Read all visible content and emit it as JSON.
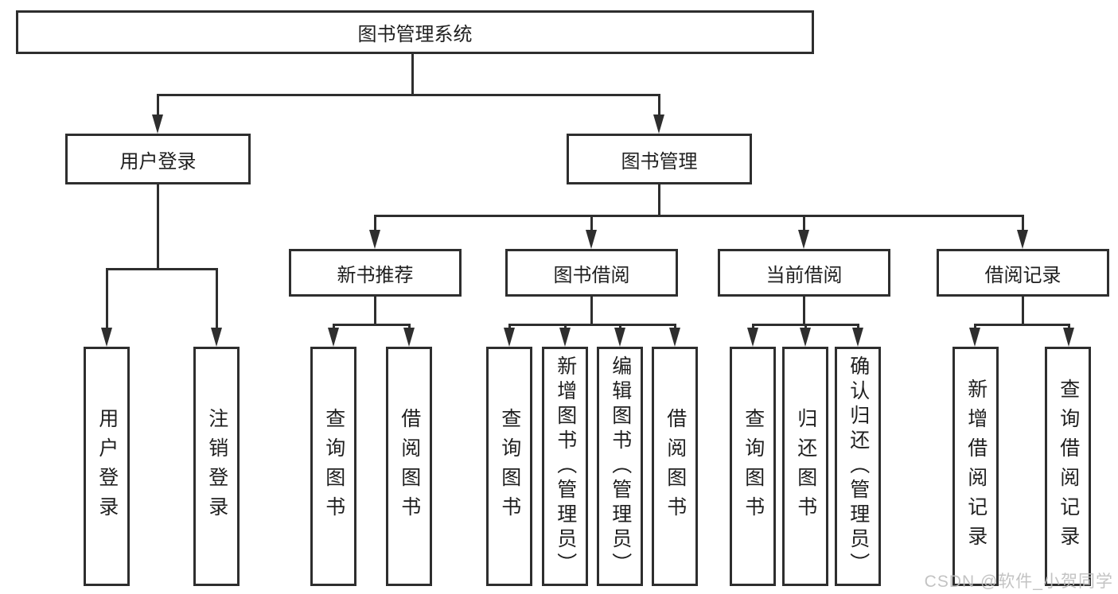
{
  "tree": {
    "root": {
      "label": "图书管理系统"
    },
    "children": [
      {
        "label": "用户登录",
        "children": [
          {
            "label": "用户登录"
          },
          {
            "label": "注销登录"
          }
        ]
      },
      {
        "label": "图书管理",
        "children": [
          {
            "label": "新书推荐",
            "children": [
              {
                "label": "查询图书"
              },
              {
                "label": "借阅图书"
              }
            ]
          },
          {
            "label": "图书借阅",
            "children": [
              {
                "label": "查询图书"
              },
              {
                "label": "新增图书（管理员）"
              },
              {
                "label": "编辑图书（管理员）"
              },
              {
                "label": "借阅图书"
              }
            ]
          },
          {
            "label": "当前借阅",
            "children": [
              {
                "label": "查询图书"
              },
              {
                "label": "归还图书"
              },
              {
                "label": "确认归还（管理员）"
              }
            ]
          },
          {
            "label": "借阅记录",
            "children": [
              {
                "label": "新增借阅记录"
              },
              {
                "label": "查询借阅记录"
              }
            ]
          }
        ]
      }
    ]
  },
  "watermark": {
    "text": "CSDN @软件_小贺同学"
  },
  "colors": {
    "line": "#2e2e2e",
    "text": "#1f1f1f",
    "background": "#ffffff",
    "watermark": "#bdbdbd"
  }
}
